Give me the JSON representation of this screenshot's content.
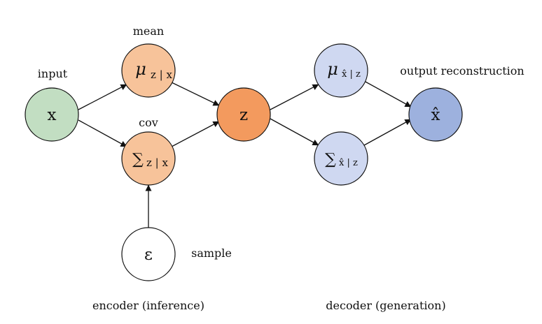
{
  "colors": {
    "input_node": "#c2dec2",
    "encoder_node": "#f7c39a",
    "latent_node": "#f39a5e",
    "decoder_node": "#cfd8f1",
    "output_node": "#9db1de",
    "sample_node": "#ffffff",
    "stroke": "#111111"
  },
  "nodes": {
    "input": {
      "symbol": "x",
      "caption": "input"
    },
    "mean": {
      "symbol": "μ",
      "subscript": "z | x",
      "caption": "mean"
    },
    "cov": {
      "symbol": "∑",
      "subscript": "z | x",
      "caption": "cov"
    },
    "latent": {
      "symbol": "z"
    },
    "sample": {
      "symbol": "ε",
      "caption": "sample"
    },
    "dec_mean": {
      "symbol": "μ",
      "subscript": "x̂ | z"
    },
    "dec_cov": {
      "symbol": "∑",
      "subscript": "x̂ | z"
    },
    "output": {
      "symbol": "x̂",
      "caption": "output reconstruction"
    }
  },
  "sections": {
    "encoder": "encoder (inference)",
    "decoder": "decoder (generation)"
  }
}
